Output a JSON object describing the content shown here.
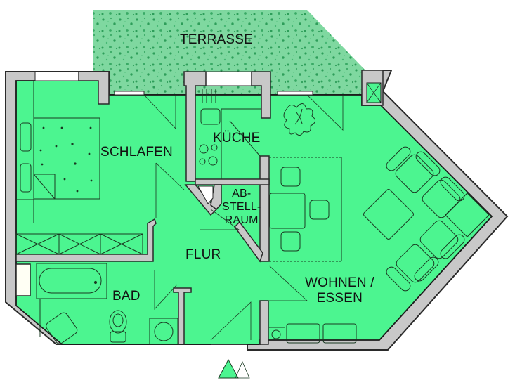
{
  "plan": {
    "title": "Floor plan",
    "colors": {
      "room_fill": "#4cf590",
      "terrace_fill": "#7fd8a0",
      "terrace_speckle": "#2e9e5a",
      "wall_fill": "#c8c8c8",
      "wall_stroke": "#2a2a2a",
      "line": "#1a3a22",
      "background": "#ffffff"
    },
    "rooms": [
      {
        "id": "terrasse",
        "label": "TERRASSE"
      },
      {
        "id": "schlafen",
        "label": "SCHLAFEN"
      },
      {
        "id": "kueche",
        "label": "KÜCHE"
      },
      {
        "id": "abstellraum",
        "label_lines": [
          "AB-",
          "STELL-",
          "RAUM"
        ]
      },
      {
        "id": "flur",
        "label": "FLUR"
      },
      {
        "id": "bad",
        "label": "BAD"
      },
      {
        "id": "wohnen",
        "label_lines": [
          "WOHNEN /",
          "ESSEN"
        ]
      }
    ],
    "entrance_marker": "entrance-arrow-icon"
  }
}
